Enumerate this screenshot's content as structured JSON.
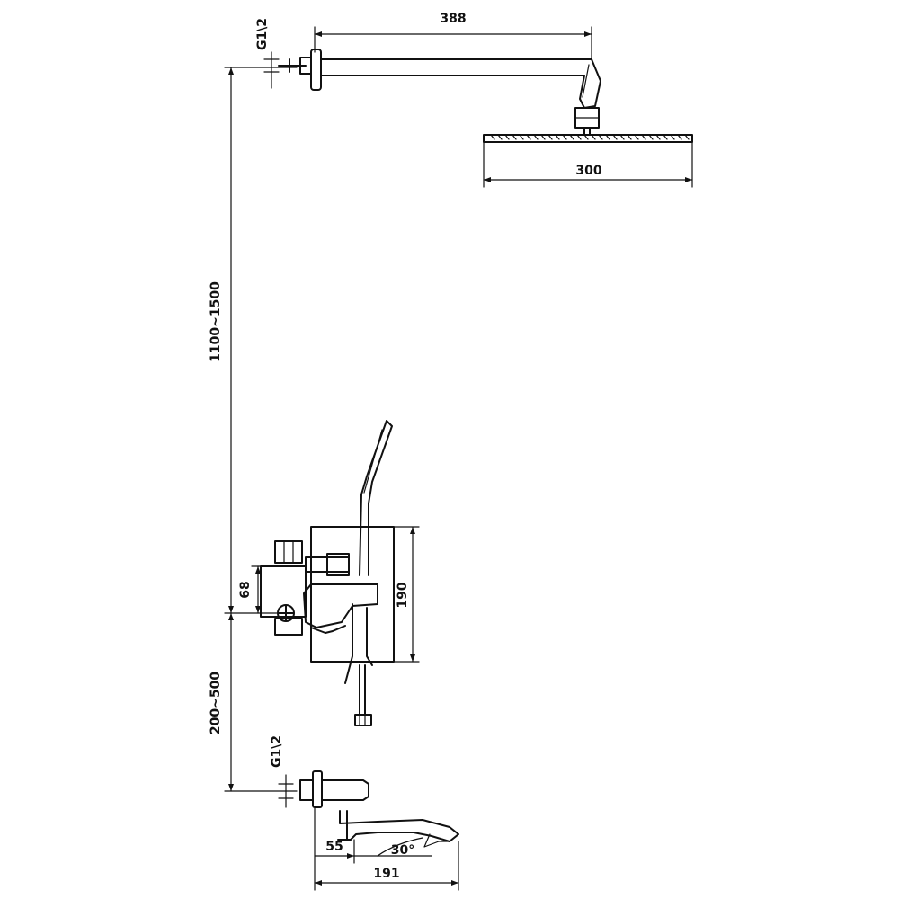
{
  "dimensions": {
    "arm_length": "388",
    "head_width": "300",
    "head_height_range": "1100~1500",
    "inlet_thread_top": "G1\\2",
    "inlet_thread_bottom": "G1\\2",
    "valve_offset": "68",
    "body_height": "190",
    "lower_height_range": "200~500",
    "spout_offset": "55",
    "spout_angle": "30°",
    "spout_length": "191"
  }
}
